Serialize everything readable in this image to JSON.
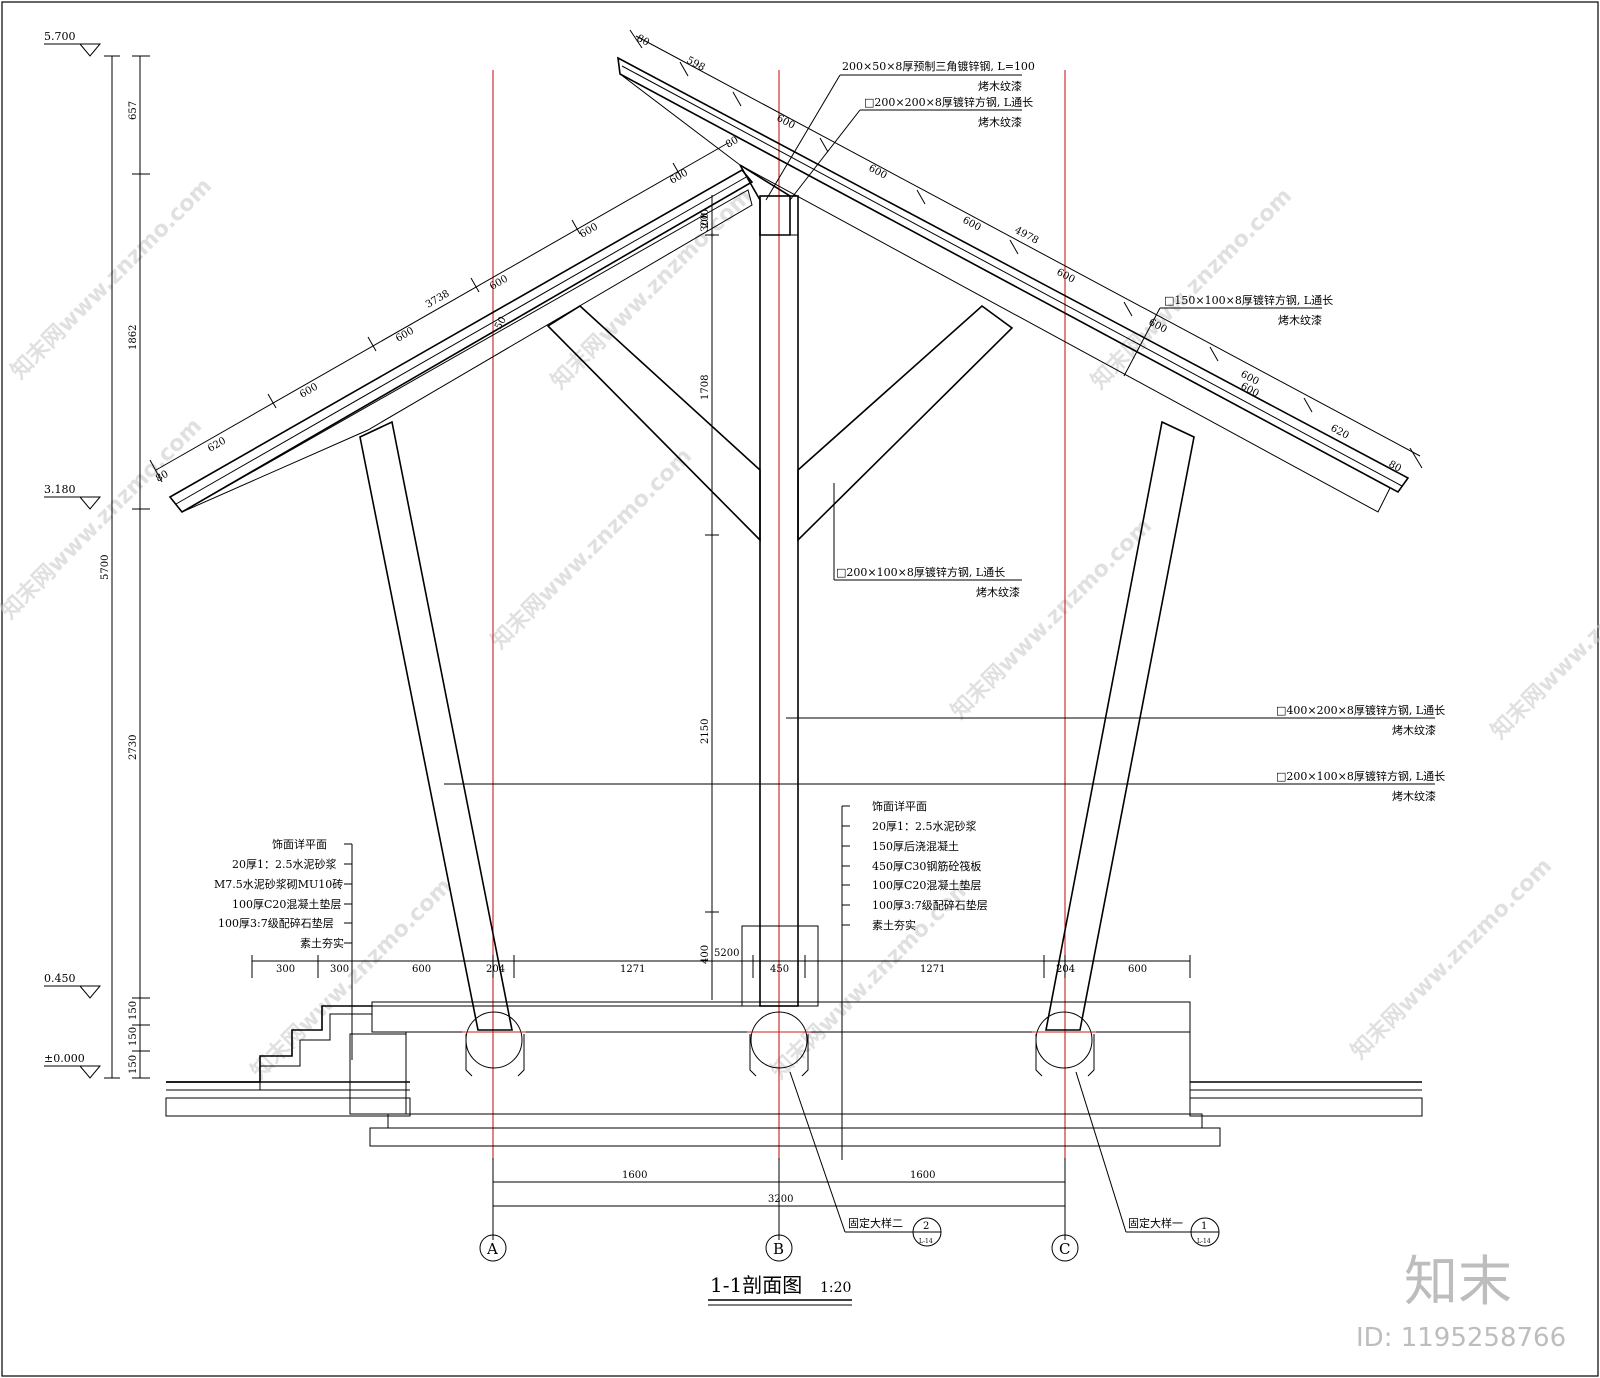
{
  "title": {
    "name": "1-1剖面图",
    "scale": "1:20"
  },
  "elevations": [
    "5.700",
    "3.180",
    "0.450",
    "±0.000"
  ],
  "left_dims": [
    "657",
    "1862",
    "5700",
    "2730",
    "150",
    "150",
    "150"
  ],
  "roof_dims_left": [
    "80",
    "620",
    "600",
    "600",
    "600",
    "600",
    "600",
    "3738",
    "80",
    "50",
    "300"
  ],
  "roof_dims_right": [
    "80",
    "598",
    "600",
    "600",
    "600",
    "600",
    "600",
    "4978",
    "600",
    "600",
    "620",
    "80"
  ],
  "vert_dims": [
    "200",
    "1708",
    "2150",
    "400",
    "5200"
  ],
  "bottom_dims": [
    "300",
    "300",
    "600",
    "204",
    "1271",
    "450",
    "1271",
    "204",
    "600"
  ],
  "base_dims": [
    "1600",
    "1600",
    "3200"
  ],
  "axes": [
    "A",
    "B",
    "C"
  ],
  "notes": {
    "n1a": "200×50×8厚预制三角镀锌钢, L=100",
    "n1b": "烤木纹漆",
    "n2a": "□200×200×8厚镀锌方钢, L通长",
    "n2b": "烤木纹漆",
    "n3a": "□150×100×8厚镀锌方钢, L通长",
    "n3b": "烤木纹漆",
    "n4a": "□200×100×8厚镀锌方钢, L通长",
    "n4b": "烤木纹漆",
    "n5a": "□400×200×8厚镀锌方钢, L通长",
    "n5b": "烤木纹漆",
    "n6a": "□200×100×8厚镀锌方钢, L通长",
    "n6b": "烤木纹漆"
  },
  "layers_left": [
    "饰面详平面",
    "20厚1：2.5水泥砂浆",
    "M7.5水泥砂浆砌MU10砖",
    "100厚C20混凝土垫层",
    "100厚3:7级配碎石垫层",
    "素土夯实"
  ],
  "layers_right": [
    "饰面详平面",
    "20厚1：2.5水泥砂浆",
    "150厚后浇混凝土",
    "450厚C30钢筋砼筏板",
    "100厚C20混凝土垫层",
    "100厚3:7级配碎石垫层",
    "素土夯实"
  ],
  "details": [
    {
      "label": "固定大样二",
      "num": "2",
      "sheet": "L-14"
    },
    {
      "label": "固定大样一",
      "num": "1",
      "sheet": "L-14"
    }
  ],
  "brand": {
    "logo": "知末",
    "id": "ID: 1195258766"
  },
  "watermark": "知末网www.znzmo.com"
}
